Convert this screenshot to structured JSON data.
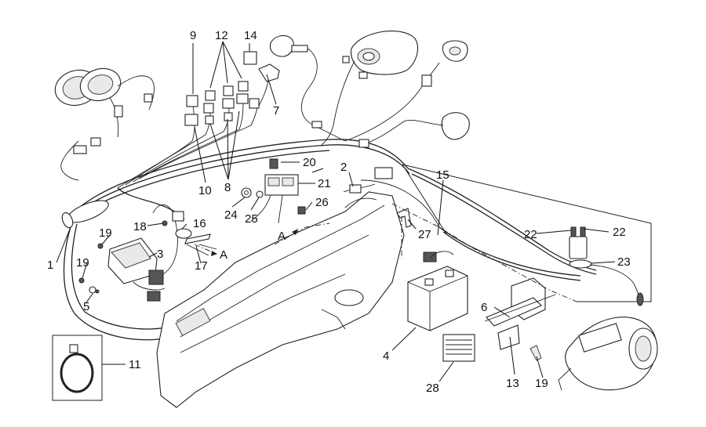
{
  "callouts": {
    "c1": "1",
    "c2": "2",
    "c3": "3",
    "c4": "4",
    "c5": "5",
    "c6": "6",
    "c7": "7",
    "c8": "8",
    "c9": "9",
    "c10": "10",
    "c11": "11",
    "c12": "12",
    "c13": "13",
    "c14": "14",
    "c15": "15",
    "c16": "16",
    "c17": "17",
    "c18": "18",
    "c19a": "19",
    "c19b": "19",
    "c19c": "19",
    "c20": "20",
    "c21": "21",
    "c22a": "22",
    "c22b": "22",
    "c23": "23",
    "c24": "24",
    "c25": "25",
    "c26": "26",
    "c27": "27",
    "c28": "28"
  },
  "view_markers": {
    "a1": "A",
    "a2": "A"
  },
  "colors": {
    "line": "#222222",
    "background": "#ffffff"
  }
}
